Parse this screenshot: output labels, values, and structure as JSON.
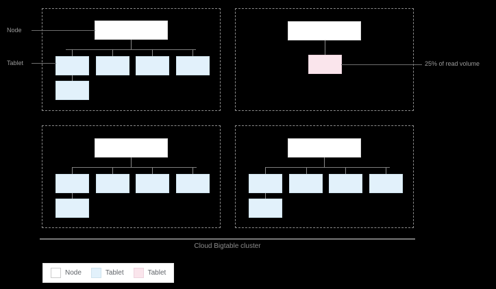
{
  "diagram": {
    "caption": "Cloud Bigtable cluster",
    "callouts": [
      {
        "id": "node-callout",
        "label": "Node"
      },
      {
        "id": "tablet-callout",
        "label": "Tablet"
      },
      {
        "id": "hotspot-callout",
        "label": "25% of read volume"
      }
    ],
    "colors": {
      "node_fill": "#ffffff",
      "tablet_fill": "#e2f1fb",
      "hot_tablet_fill": "#fae5ec",
      "panel_border": "#8d8d8d",
      "connector": "#8a8a8a",
      "background": "#000000",
      "label_text": "#9b9b9b"
    },
    "panels": [
      {
        "id": "panel-top-left",
        "name": "node-group-top-left",
        "node_label": "",
        "tablets_row1": 4,
        "tablets_row2": 1,
        "hot_tablet": false
      },
      {
        "id": "panel-top-right",
        "name": "node-group-top-right",
        "node_label": "",
        "tablets_row1": 1,
        "tablets_row2": 0,
        "hot_tablet": true
      },
      {
        "id": "panel-bottom-left",
        "name": "node-group-bottom-left",
        "node_label": "",
        "tablets_row1": 4,
        "tablets_row2": 1,
        "hot_tablet": false
      },
      {
        "id": "panel-bottom-right",
        "name": "node-group-bottom-right",
        "node_label": "",
        "tablets_row1": 4,
        "tablets_row2": 1,
        "hot_tablet": false
      }
    ]
  },
  "legend": {
    "items": [
      {
        "label": "Node",
        "color": "#ffffff",
        "swatch_name": "legend-swatch-node"
      },
      {
        "label": "Tablet",
        "color": "#e2f1fb",
        "swatch_name": "legend-swatch-tablet"
      },
      {
        "label": "Tablet",
        "color": "#fae5ec",
        "swatch_name": "legend-swatch-hot-tablet"
      }
    ]
  }
}
